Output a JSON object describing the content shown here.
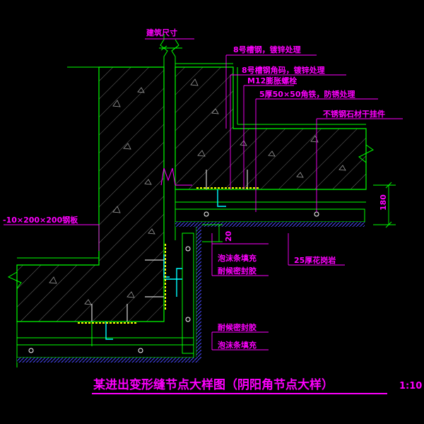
{
  "labels": {
    "building_dim": "建筑尺寸",
    "channel_steel": "8号槽钢，镀锌处理",
    "channel_bracket": "8号槽钢角码，镀锌处理",
    "anchor_bolt": "M12膨胀螺栓",
    "angle_iron": "5厚50×50角铁，防锈处理",
    "stone_hanger": "不锈钢石材干挂件",
    "steel_plate": "-10×200×200钢板",
    "foam_fill_1": "泡沫条填充",
    "sealant_1": "耐候密封胶",
    "granite": "25厚花岗岩",
    "sealant_2": "耐候密封胶",
    "foam_fill_2": "泡沫条填充",
    "dim_180": "180",
    "dim_20": "20",
    "title": "某进出变形缝节点大样图（阴阳角节点大样）",
    "scale": "1:10"
  },
  "colors": {
    "background": "#000000",
    "structure": "#00ff00",
    "text": "#ff00ff",
    "hatch": "#9a9a9a",
    "stone": "#ffff00",
    "leader": "#ff00ff",
    "blue": "#3a3aff",
    "cyan": "#00ffff",
    "white": "#ffffff"
  }
}
